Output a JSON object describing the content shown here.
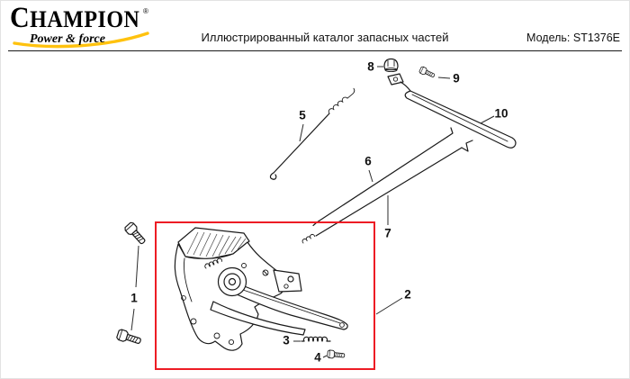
{
  "colors": {
    "highlight": "#ed1c24",
    "swoosh": "#ffc20e",
    "ink": "#1a1a1a"
  },
  "header": {
    "brand": "CHAMPION",
    "brand_mark": "®",
    "tagline": "Power & force",
    "title": "Иллюстрированный каталог запасных частей",
    "model_label": "Модель:",
    "model_value": "ST1376E"
  },
  "diagram": {
    "highlighted_part": "2",
    "callouts": [
      {
        "label": "1"
      },
      {
        "label": "2"
      },
      {
        "label": "3"
      },
      {
        "label": "4"
      },
      {
        "label": "5"
      },
      {
        "label": "6"
      },
      {
        "label": "7"
      },
      {
        "label": "8"
      },
      {
        "label": "9"
      },
      {
        "label": "10"
      }
    ]
  }
}
